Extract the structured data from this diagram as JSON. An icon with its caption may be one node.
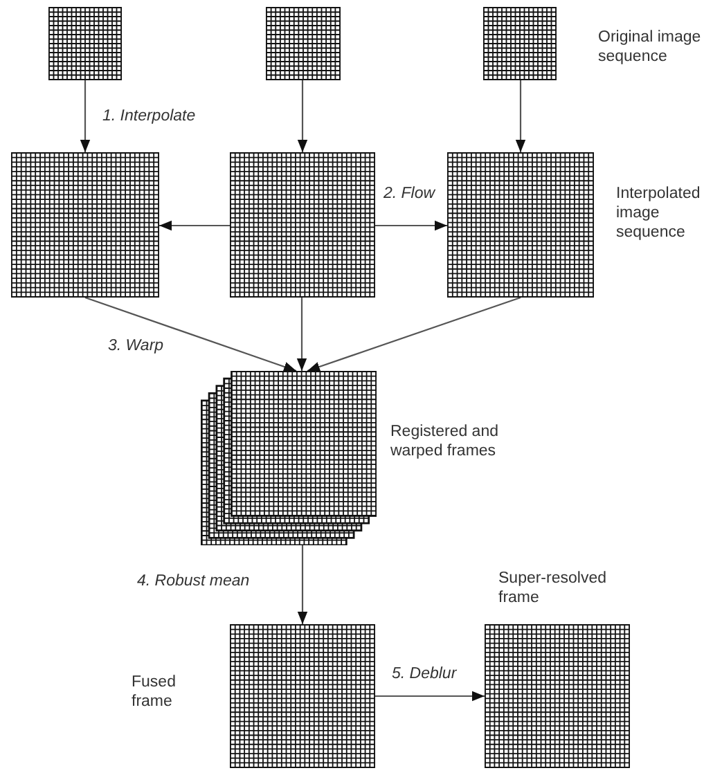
{
  "diagram": {
    "nodes": [
      {
        "text": [],
        "shape": "grid"
      },
      {
        "text": [],
        "shape": "grid"
      },
      {
        "text": [],
        "shape": "grid"
      },
      {
        "text": [],
        "shape": "grid"
      },
      {
        "text": [],
        "shape": "grid"
      },
      {
        "text": [],
        "shape": "grid"
      },
      {
        "text": [],
        "shape": "stack",
        "beside": [
          "Registered and warped frames"
        ]
      },
      {
        "text": [],
        "shape": "grid",
        "beside": [
          "Fused frame"
        ]
      },
      {
        "text": [],
        "shape": "grid",
        "beside": [
          "Super-resolved frame"
        ]
      }
    ],
    "edges": [
      {
        "from": 0,
        "to": 3,
        "arrow": "to",
        "label": "1. Interpolate"
      },
      {
        "from": 1,
        "to": 4,
        "arrow": "to"
      },
      {
        "from": 2,
        "to": 5,
        "arrow": "to"
      },
      {
        "from": 4,
        "to": 3,
        "arrow": "to"
      },
      {
        "from": 4,
        "to": 5,
        "arrow": "to",
        "label": "2. Flow"
      },
      {
        "from": 3,
        "to": 6,
        "arrow": "to",
        "label": "3. Warp"
      },
      {
        "from": 4,
        "to": 6,
        "arrow": "to"
      },
      {
        "from": 5,
        "to": 6,
        "arrow": "to"
      },
      {
        "from": 6,
        "to": 7,
        "arrow": "to",
        "label": "4. Robust mean"
      },
      {
        "from": 7,
        "to": 8,
        "arrow": "to",
        "label": "5. Deblur"
      }
    ],
    "labels": [
      "Original image sequence",
      "Interpolated image sequence"
    ]
  }
}
